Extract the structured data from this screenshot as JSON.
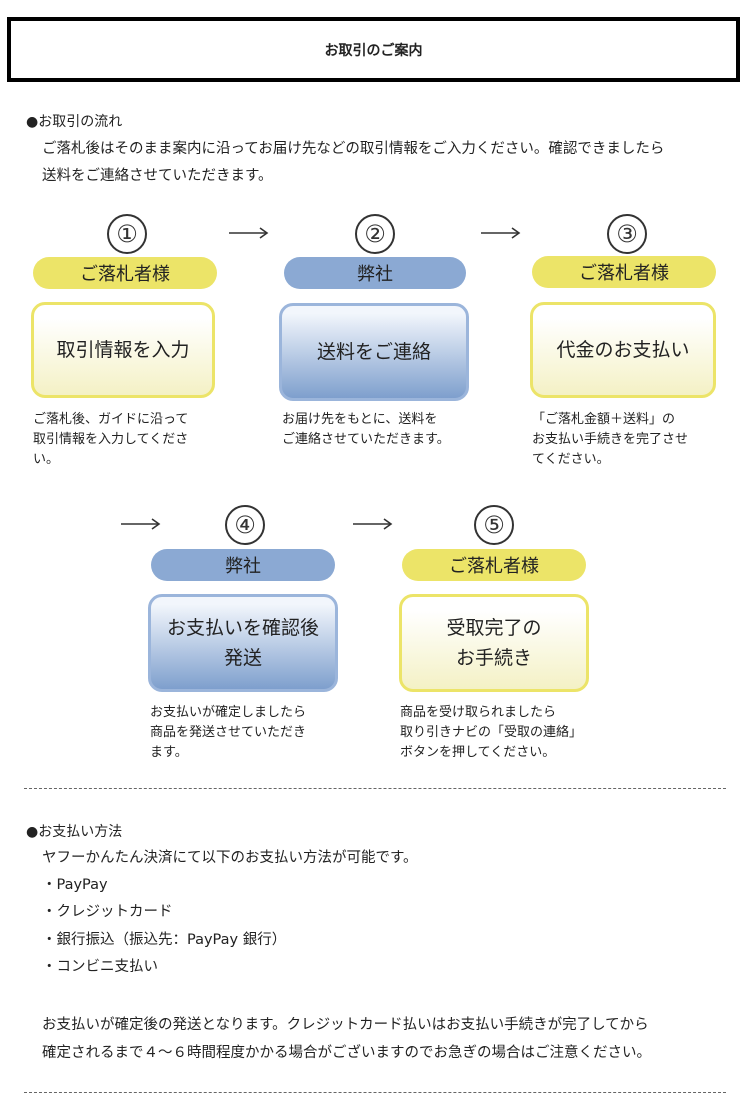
{
  "title": "お取引のご案内",
  "flow": {
    "heading": "●お取引の流れ",
    "intro_line1": "ご落札後はそのまま案内に沿ってお届け先などの取引情報をご入力ください。確認できましたら",
    "intro_line2": "送料をご連絡させていただきます。",
    "steps": [
      {
        "number": "①",
        "actor": "ご落札者様",
        "action": "取引情報を入力",
        "description": "ご落札後、ガイドに沿って\n取引情報を入力してくださ\nい。"
      },
      {
        "number": "②",
        "actor": "弊社",
        "action": "送料をご連絡",
        "description": "お届け先をもとに、送料を\nご連絡させていただきます。"
      },
      {
        "number": "③",
        "actor": "ご落札者様",
        "action": "代金のお支払い",
        "description": "「ご落札金額＋送料」の\nお支払い手続きを完了させ\nてください。"
      },
      {
        "number": "④",
        "actor": "弊社",
        "action": "お支払いを確認後\n発送",
        "description": "お支払いが確定しましたら\n商品を発送させていただき\nます。"
      },
      {
        "number": "⑤",
        "actor": "ご落札者様",
        "action": "受取完了の\nお手続き",
        "description": "商品を受け取られましたら\n取り引きナビの「受取の連絡」\nボタンを押してください。"
      }
    ]
  },
  "payment": {
    "heading": "●お支払い方法",
    "intro": "ヤフーかんたん決済にて以下のお支払い方法が可能です。",
    "methods": [
      "・PayPay",
      "・クレジットカード",
      "・銀行振込（振込先：PayPay 銀行）",
      "・コンビニ支払い"
    ],
    "note_line1": "お支払いが確定後の発送となります。クレジットカード払いはお支払い手続きが完了してから",
    "note_line2": "確定されるまで４～６時間程度かかる場合がございますのでお急ぎの場合はご注意ください。"
  },
  "colors": {
    "actor_customer": "#ece468",
    "actor_company": "#8ba9d3"
  }
}
